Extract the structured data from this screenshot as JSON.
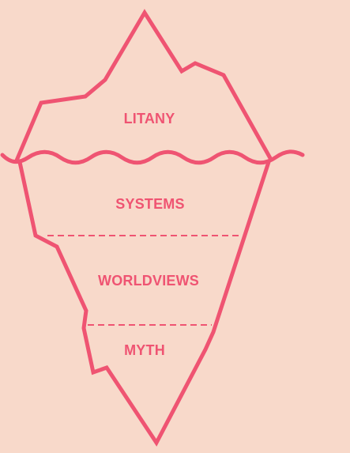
{
  "diagram": {
    "layers": [
      {
        "id": "litany",
        "label": "LITANY"
      },
      {
        "id": "systems",
        "label": "SYSTEMS"
      },
      {
        "id": "worldviews",
        "label": "WORLDVIEWS"
      },
      {
        "id": "myth",
        "label": "MYTH"
      }
    ]
  },
  "colors": {
    "background": "#f8d9ca",
    "accent": "#ef5472"
  }
}
